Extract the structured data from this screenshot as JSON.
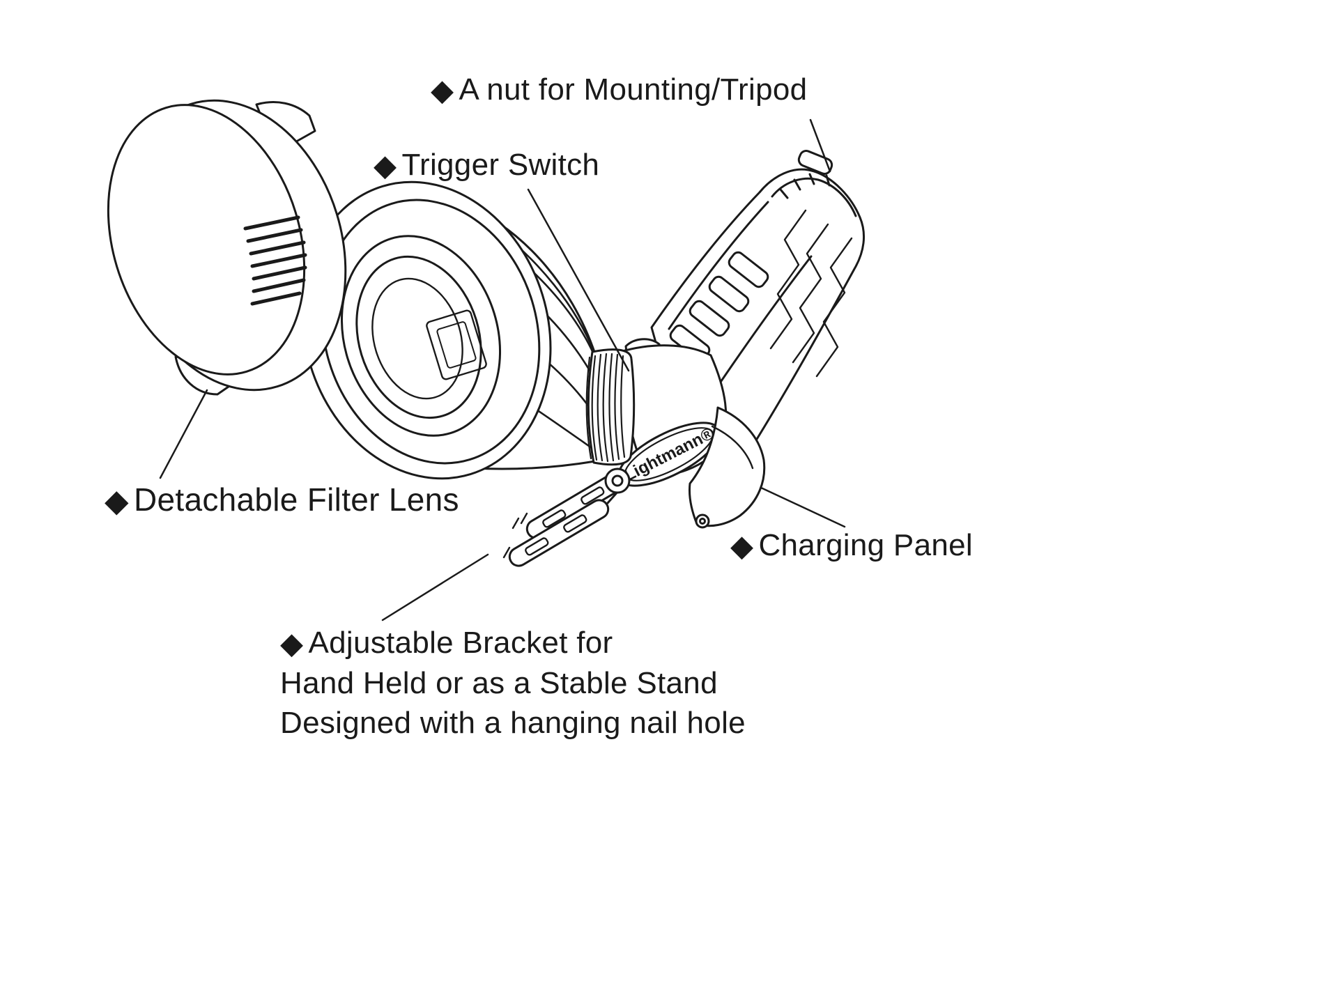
{
  "diagram": {
    "bullet": "◆",
    "brand_badge": "Lightmann®",
    "labels": {
      "mount_nut": "A nut for Mounting/Tripod",
      "trigger_switch": "Trigger Switch",
      "filter_lens": "Detachable Filter Lens",
      "charging_panel": "Charging Panel",
      "bracket_line_1": "Adjustable Bracket for",
      "bracket_line_2": "Hand Held or as a Stable Stand",
      "bracket_line_3": "Designed with a hanging nail hole"
    },
    "colors": {
      "ink": "#1a1a1a",
      "background": "#ffffff"
    }
  }
}
